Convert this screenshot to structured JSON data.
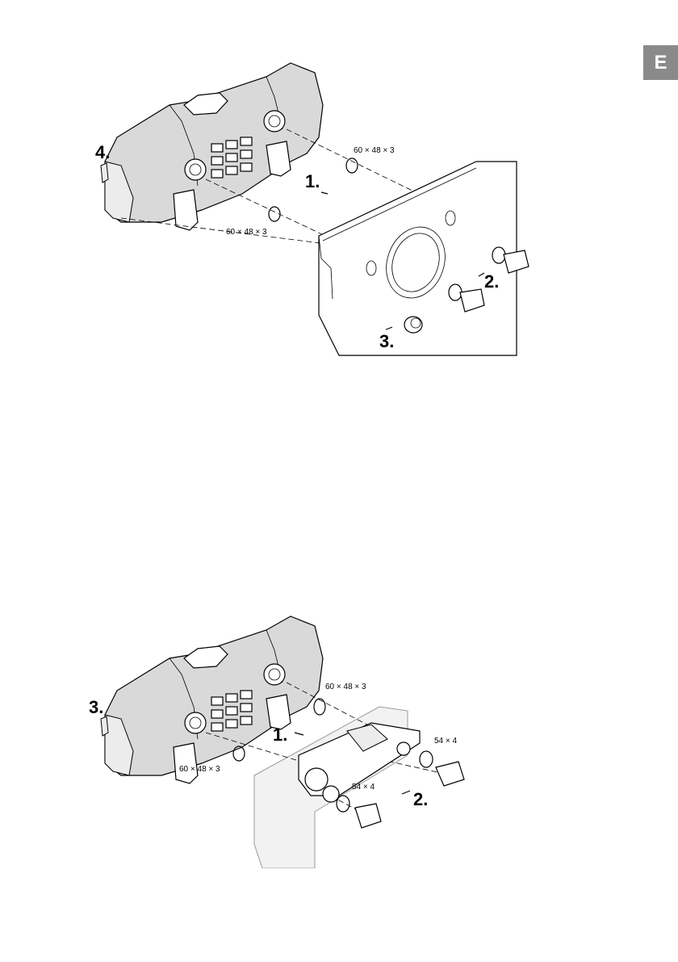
{
  "page": {
    "language_tab": "E"
  },
  "figure1": {
    "step1": "1.",
    "step2": "2.",
    "step3": "3.",
    "step4": "4.",
    "oring_top": "60 × 48 × 3",
    "oring_bottom": "60 × 48 × 3"
  },
  "figure2": {
    "step1": "1.",
    "step2": "2.",
    "step3": "3.",
    "oring_top": "60 × 48 × 3",
    "oring_bottom": "60 × 48 × 3",
    "seal_right": "54 × 4",
    "seal_left": "54 × 4"
  }
}
